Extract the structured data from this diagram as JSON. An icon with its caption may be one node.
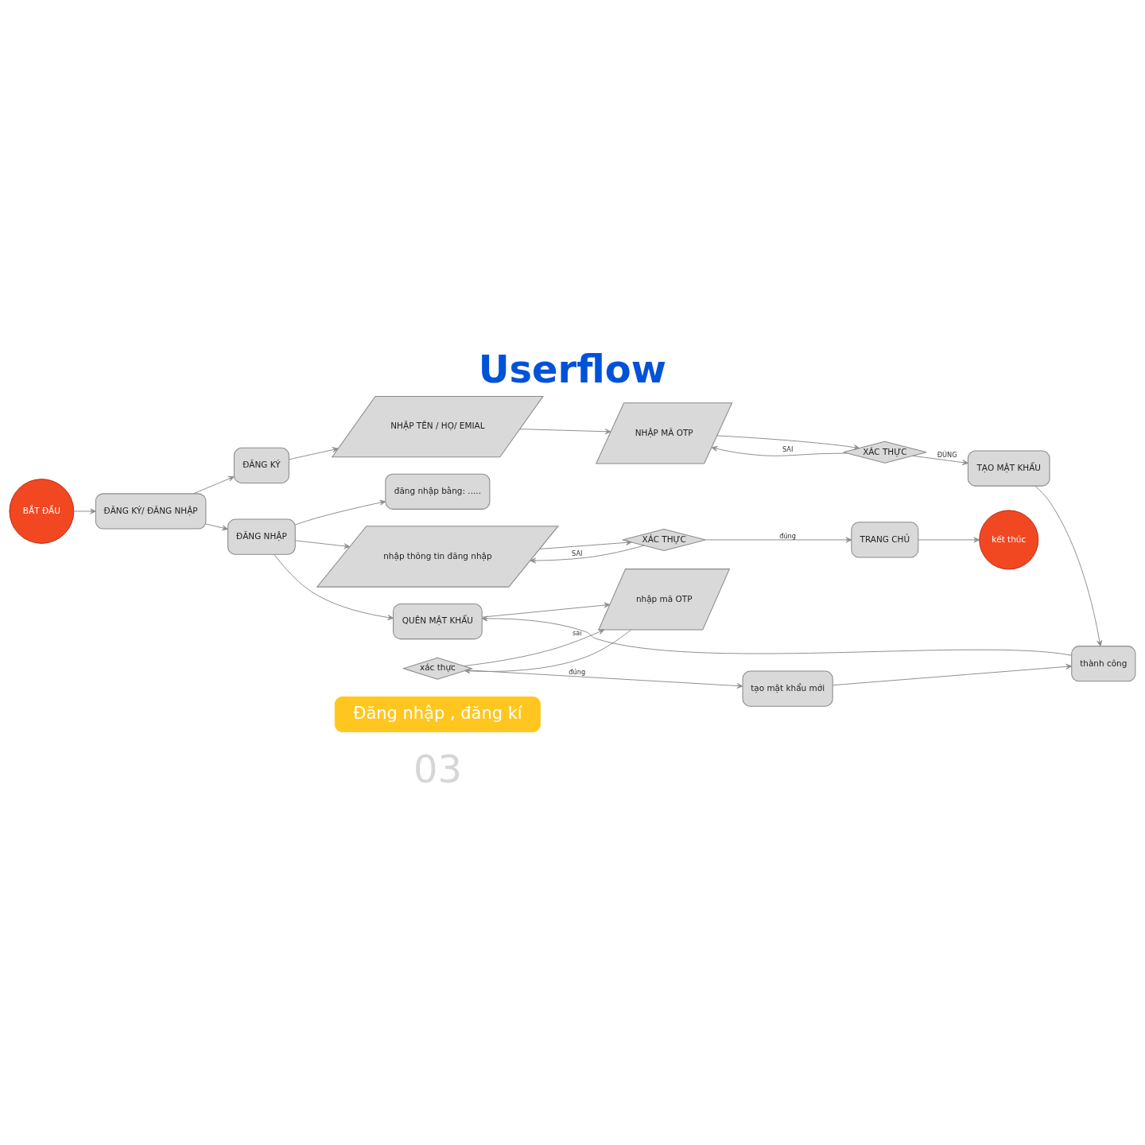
{
  "diagram": {
    "title": "Userflow",
    "nodes": [
      {
        "text": [
          "Đăng nhập , đăng kí"
        ]
      },
      {
        "text": [
          "BẮT ĐẦU"
        ]
      },
      {
        "text": [
          "ĐĂNG KÝ/ ĐĂNG NHẬP"
        ]
      },
      {
        "text": [
          "ĐĂNG KÝ"
        ]
      },
      {
        "text": [
          "NHẬP TÊN / HỌ/ EMIAL"
        ]
      },
      {
        "text": [
          "NHẬP MÃ OTP"
        ]
      },
      {
        "text": [
          "XÁC THỰC"
        ]
      },
      {
        "text": [
          "TẠO MẬT KHẨU"
        ]
      },
      {
        "text": [
          "đăng nhập bằng: ....."
        ]
      },
      {
        "text": [
          "kết thúc"
        ]
      },
      {
        "text": [
          "ĐĂNG NHẬP"
        ]
      },
      {
        "text": [
          "nhập thông tin đăng nhập"
        ]
      },
      {
        "text": [
          "XÁC THỰC"
        ]
      },
      {
        "text": [
          "TRANG CHỦ"
        ]
      },
      {
        "text": [
          "QUÊN MẬT KHẨU"
        ]
      },
      {
        "text": [
          "nhập mã OTP"
        ]
      },
      {
        "text": [
          "xác thực"
        ]
      },
      {
        "text": [
          "tạo mật khẩu mới"
        ]
      },
      {
        "text": [
          "thành công"
        ]
      }
    ],
    "edges": [
      {
        "from": 1,
        "to": 2,
        "arrow": "to"
      },
      {
        "from": 2,
        "to": 3,
        "arrow": "to"
      },
      {
        "from": 2,
        "to": 10,
        "arrow": "to"
      },
      {
        "from": 3,
        "to": 4,
        "arrow": "to"
      },
      {
        "from": 4,
        "to": 5,
        "arrow": "to"
      },
      {
        "from": 5,
        "to": 6,
        "arrow": "to"
      },
      {
        "from": 6,
        "to": 7,
        "arrow": "to",
        "label": "ĐÚNG"
      },
      {
        "from": 6,
        "to": 5,
        "arrow": "to",
        "label": "SAI"
      },
      {
        "from": 7,
        "to": 18,
        "arrow": "to"
      },
      {
        "from": 10,
        "to": 8,
        "arrow": "to"
      },
      {
        "from": 10,
        "to": 11,
        "arrow": "to"
      },
      {
        "from": 10,
        "to": 14,
        "arrow": "to"
      },
      {
        "from": 11,
        "to": 12,
        "arrow": "to"
      },
      {
        "from": 12,
        "to": 13,
        "arrow": "to",
        "label": "đúng"
      },
      {
        "from": 12,
        "to": 11,
        "arrow": "to",
        "label": "SAI"
      },
      {
        "from": 13,
        "to": 9,
        "arrow": "to"
      },
      {
        "from": 14,
        "to": 15,
        "arrow": "to"
      },
      {
        "from": 15,
        "to": 16,
        "arrow": "to"
      },
      {
        "from": 16,
        "to": 17,
        "arrow": "to",
        "label": "đúng"
      },
      {
        "from": 16,
        "to": 15,
        "arrow": "to",
        "label": "sai"
      },
      {
        "from": 17,
        "to": 18,
        "arrow": "to"
      },
      {
        "from": 18,
        "to": 14,
        "arrow": "to"
      }
    ],
    "labels": [
      "03"
    ]
  }
}
